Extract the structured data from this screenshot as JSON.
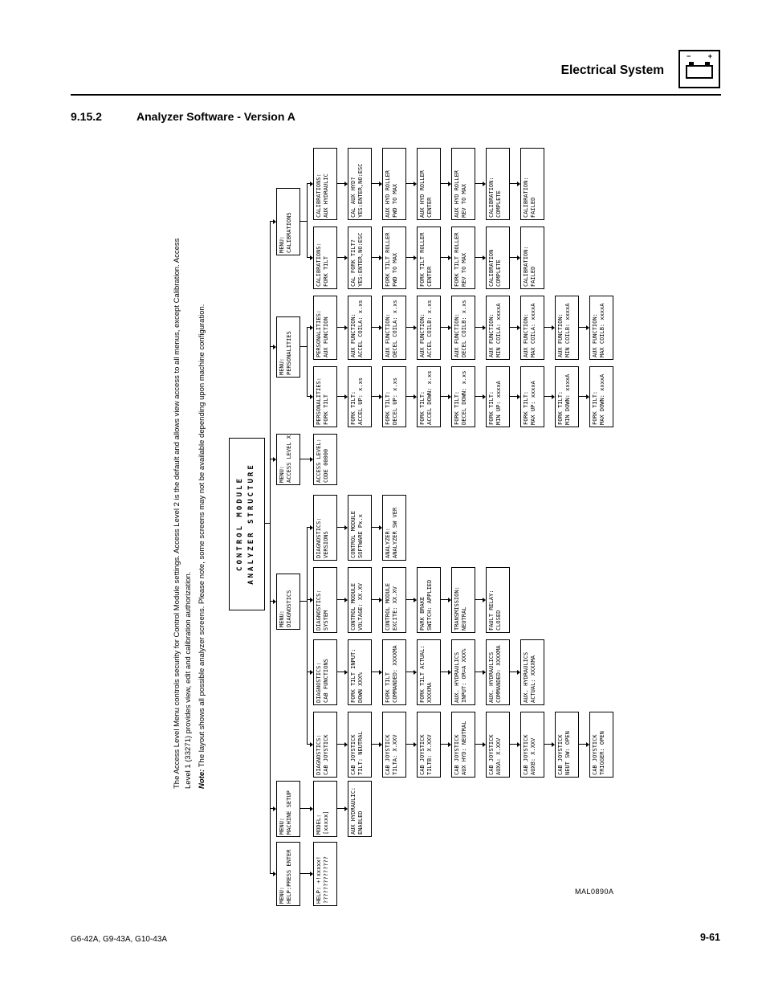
{
  "header": {
    "section": "Electrical System"
  },
  "title": {
    "number": "9.15.2",
    "text": "Analyzer Software - Version A"
  },
  "battery_icon": {
    "minus": "−",
    "plus": "+"
  },
  "intro": {
    "para1": "The Access Level Menu controls security for Control Module settings. Access Level 2 is the default and allows view access to all menus, except Calibration. Access Level 1 (33271) provides view, edit and calibration authorization.",
    "note_label": "Note:",
    "note_text": " The layout shows all possible analyzer screens. Please note, some screens may not be available depending upon machine configuration."
  },
  "figure_label": "MAL0890A",
  "footer": {
    "models": "G6-42A, G9-43A, G10-43A",
    "page": "9-61"
  },
  "diagram": {
    "root": "CONTROL MODULE\nANALYZER STRUCTURE",
    "menus": [
      {
        "label": "MENU:\nHELP:PRESS ENTER",
        "chain": [
          "HELP: +!xxxxx!\n??????????????"
        ]
      },
      {
        "label": "MENU:\nMACHINE SETUP",
        "chain": [
          "MODEL:\n[xxxxx]",
          "AUX HYDRAULIC:\nENABLED"
        ]
      },
      {
        "label": "MENU:\nDIAGNOSTICS",
        "submenus": [
          {
            "label": "DIAGNOSTICS:\nCAB JOYSTICK",
            "chain": [
              "CAB JOYSTICK\nTILT: NEUTRAL",
              "CAB JOYSTICK\nTILTA: X.XXV",
              "CAB JOYSTICK\nTILTB: X.XXV",
              "CAB JOYSTICK\nAUX HYD: NEUTRAL",
              "CAB JOYSTICK\nAUXA: X.XXV",
              "CAB JOYSTICK\nAUXB: X.XXV",
              "CAB JOYSTICK\nNEUT SW: OPEN",
              "CAB JOYSTICK\nTRIGGER: OPEN"
            ]
          },
          {
            "label": "DIAGNOSTICS:\nCAB FUNCTIONS",
            "chain": [
              "FORK TILT INPUT:\nDOWN XXX%",
              "FORK TILT\nCOMMANDED: XXXXMA",
              "FORK TILT ACTUAL:\nXXXXMA",
              "AUX. HYDRAULICS\nINPUT: OR=A XXX%",
              "AUX. HYDRAULICS\nCOMMANDED: XXXXMA",
              "AUX. HYDRAULICS\nACTUAL: XXXXMA"
            ]
          },
          {
            "label": "DIAGNOSTICS:\nSYSTEM",
            "chain": [
              "CONTROL MODULE\nVOLTAGE: XX.XV",
              "CONTROL MODULE\nEXCITE: XX.XV",
              "PARK BRAKE\nSWITCH: APPLIED",
              "TRANSMISSION:\nNEUTRAL",
              "FAULT RELAY:\nCLOSED"
            ]
          },
          {
            "label": "DIAGNOSTICS:\nVERSIONS",
            "chain": [
              "CONTROL MODULE\nSOFTWARE Px.x",
              "ANALYZER:\nANALYZER SW VER"
            ]
          }
        ]
      },
      {
        "label": "MENU:\nACCESS LEVEL X",
        "chain": [
          "ACCESS LEVEL:\nCODE 00000"
        ]
      },
      {
        "label": "MENU:\nPERSONALITIES",
        "submenus": [
          {
            "label": "PERSONALITIES:\nFORK TILT",
            "chain": [
              "FORK TILT:\nACCEL UP: x.xs",
              "FORK TILT:\nDECEL UP: x.xs",
              "FORK TILT:\nACCEL DOWN: x.xs",
              "FORK TILT:\nDECEL DOWN: x.xs",
              "FORK TILT:\nMIN UP: xxxxA",
              "FORK TILT:\nMAX UP: xxxxA",
              "FORK TILT:\nMIN DOWN: xxxxA",
              "FORK TILT:\nMAX DOWN: xxxxA"
            ]
          },
          {
            "label": "PERSONALITIES:\nAUX FUNCTION",
            "chain": [
              "AUX FUNCTION:\nACCEL COILA: x.xs",
              "AUX FUNCTION:\nDECEL COILA: x.xs",
              "AUX FUNCTION:\nACCEL COILB: x.xs",
              "AUX FUNCTION:\nDECEL COILB: x.xs",
              "AUX FUNCTION:\nMIN COILA: xxxxA",
              "AUX FUNCTION:\nMAX COILA: xxxxA",
              "AUX FUNCTION:\nMIN COILB: xxxxA",
              "AUX FUNCTION:\nMAX COILB: xxxxA"
            ]
          }
        ]
      },
      {
        "label": "MENU:\nCALIBRATIONS",
        "submenus": [
          {
            "label": "CALIBRATIONS:\nFORK TILT",
            "chain": [
              "CAL FORK TILT?\nYES:ENTER,NO:ESC",
              "FORK TILT ROLLER\nFWD TO MAX",
              "FORK TILT ROLLER\nCENTER",
              "FORK TILT ROLLER\nREV TO MAX",
              "CALIBRATION\nCOMPLETE",
              "CALIBRATION:\nFAILED"
            ]
          },
          {
            "label": "CALIBRATIONS:\nAUX HYDRAULIC",
            "chain": [
              "CAL AUX HYD?\nYES:ENTER,NO:ESC",
              "AUX HYD ROLLER\nFWD TO MAX",
              "AUX HYD ROLLER\nCENTER",
              "AUX HYD ROLLER\nREV TO MAX",
              "CALIBRATION:\nCOMPLETE",
              "CALIBRATION:\nFAILED"
            ]
          }
        ]
      }
    ]
  }
}
